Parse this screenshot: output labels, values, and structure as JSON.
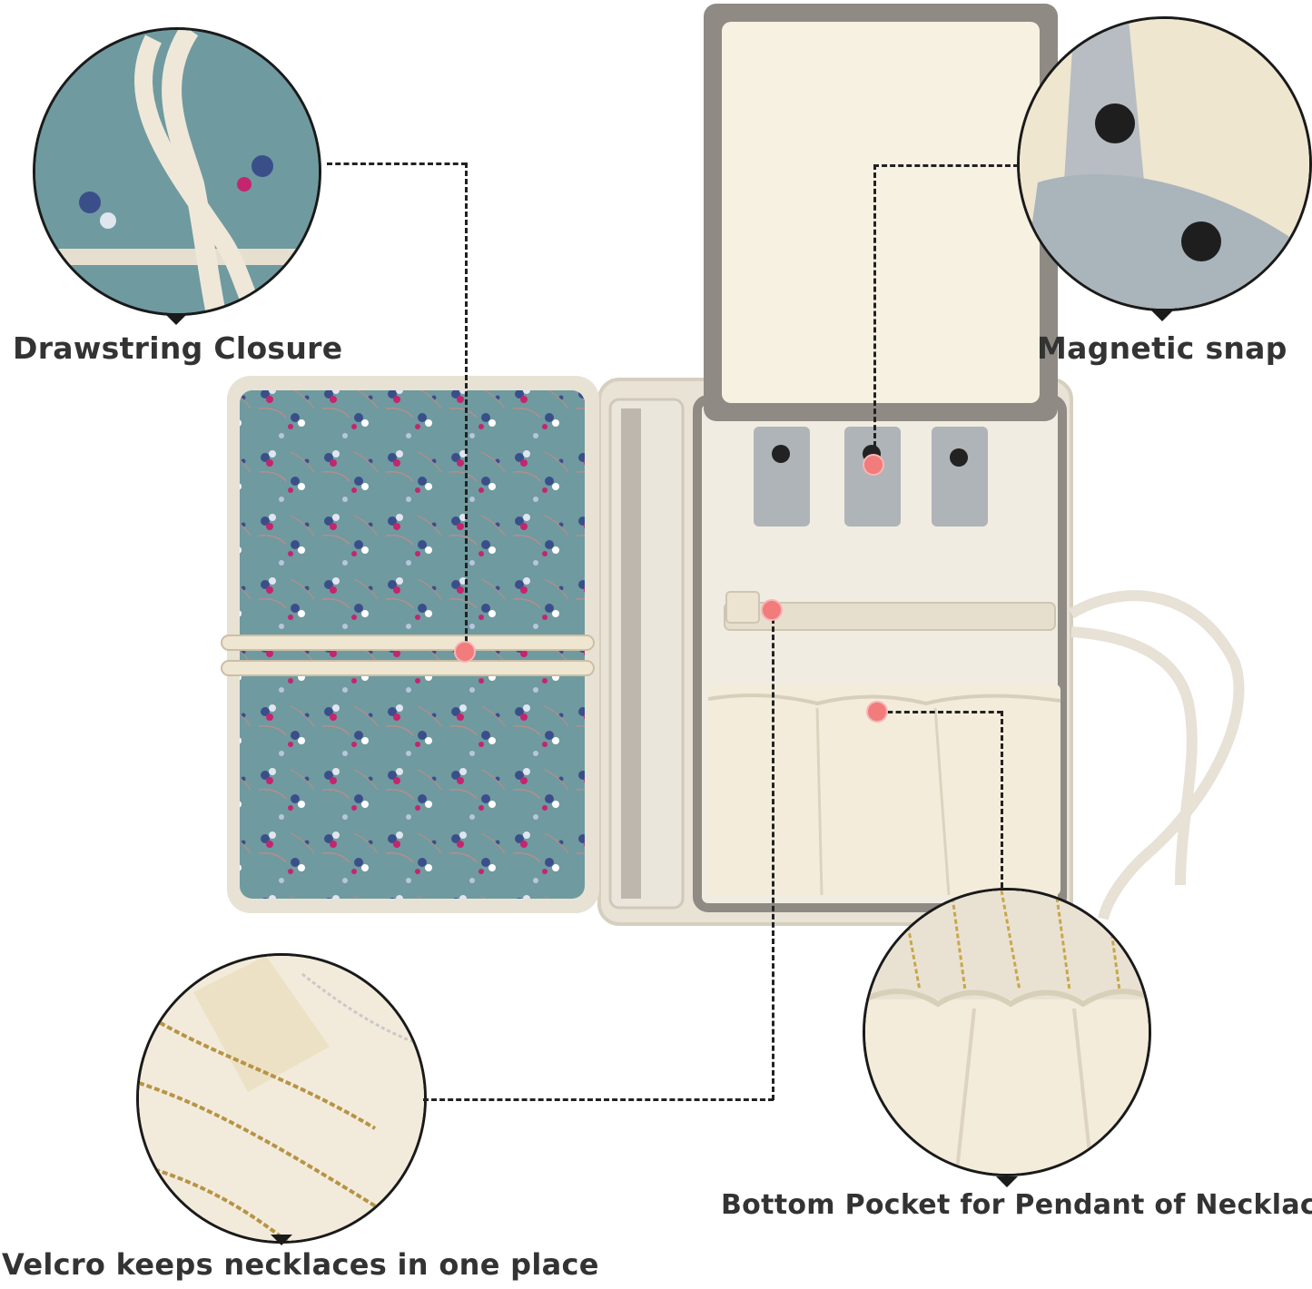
{
  "labels": {
    "drawstring": "Drawstring Closure",
    "magnetic": "Magnetic snap",
    "velcro": "Velcro keeps necklaces in one place",
    "pocket": "Bottom Pocket for Pendant of Necklace"
  },
  "colors": {
    "floral_teal": "#6f9aa0",
    "canvas_cream": "#efe9dc",
    "trim_gray": "#8f8a84",
    "leather_gray": "#aeb4b8",
    "marker_pink": "#f27b7b"
  }
}
